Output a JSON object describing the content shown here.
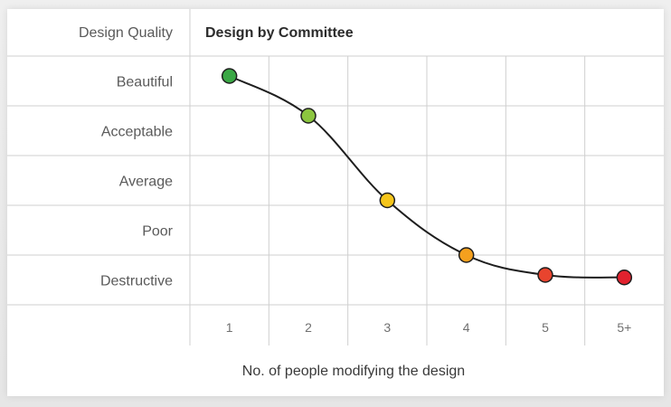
{
  "chart_data": {
    "type": "line",
    "title": "Design by Committee",
    "ylabel": "Design Quality",
    "xlabel": "No. of people modifying the design",
    "categories": [
      "1",
      "2",
      "3",
      "4",
      "5",
      "5+"
    ],
    "y_categories": [
      "Destructive",
      "Poor",
      "Average",
      "Acceptable",
      "Beautiful"
    ],
    "series": [
      {
        "values": [
          5.1,
          4.3,
          2.6,
          1.5,
          1.1,
          1.05
        ],
        "colors": [
          "#3aa845",
          "#8cc63f",
          "#f5c51a",
          "#f5a01e",
          "#e8442e",
          "#e1222e"
        ]
      }
    ],
    "ylim": [
      0.5,
      5.5
    ],
    "grid": true,
    "legend": "none"
  }
}
